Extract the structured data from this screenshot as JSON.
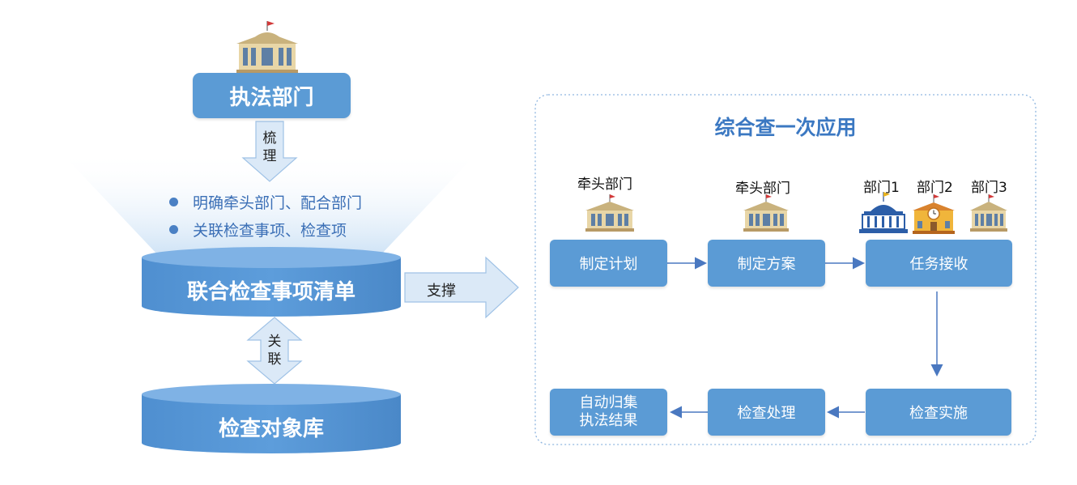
{
  "left": {
    "dept_label": "执法部门",
    "comb_label": "梳理",
    "bullets": [
      "明确牵头部门、配合部门",
      "关联检查事项、检查项"
    ],
    "list_label": "联合检查事项清单",
    "link_label": "关联",
    "db_label": "检查对象库",
    "support_label": "支撑"
  },
  "right": {
    "title": "综合查一次应用",
    "top_labels": [
      "牵头部门",
      "牵头部门",
      "部门1",
      "部门2",
      "部门3"
    ],
    "steps": [
      "制定计划",
      "制定方案",
      "任务接收",
      "检查实施",
      "检查处理"
    ],
    "result_lines": [
      "自动归集",
      "执法结果"
    ]
  },
  "colors": {
    "box": "#5b9bd5",
    "title": "#3b78c2",
    "arrow": "#4a78c0"
  },
  "icons": [
    "government-building-icon",
    "capitol-building-icon",
    "clock-building-icon"
  ]
}
